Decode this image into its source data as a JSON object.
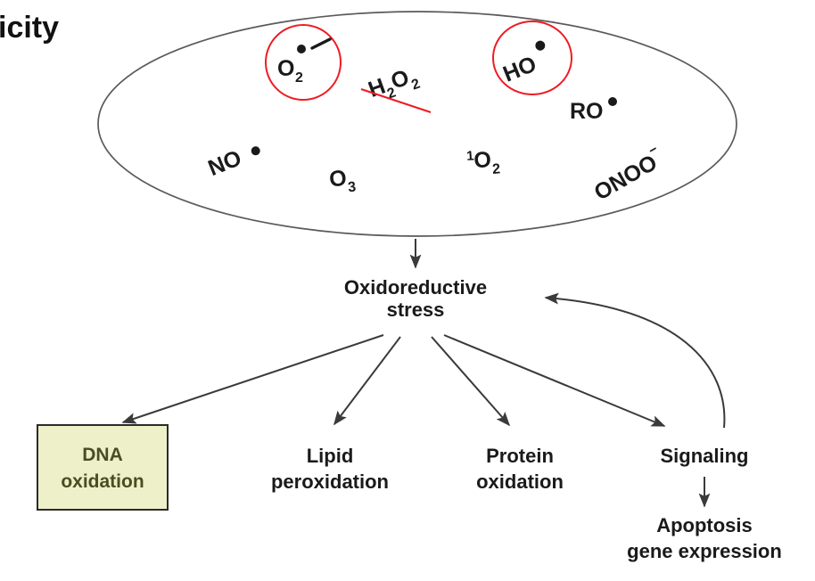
{
  "title": {
    "text": "icity",
    "note": "clipped heading at top-left edge"
  },
  "ros_pool": {
    "container_shape": "ellipse",
    "species": [
      {
        "id": "superoxide",
        "base": "O",
        "subscript": "2",
        "superscript": "•−",
        "display": "O2•−",
        "highlighted": true,
        "highlight_color": "#ee1c24",
        "rotation": 0
      },
      {
        "id": "hydrogen-peroxide",
        "base": "H",
        "subscript": "2",
        "base2": "O",
        "subscript2": "2",
        "display": "H2O2",
        "highlighted": false,
        "struck_through": true,
        "strike_color": "#ee1c24",
        "rotation": -20
      },
      {
        "id": "hydroxyl-radical",
        "base": "HO",
        "superscript": "•",
        "display": "HO•",
        "highlighted": true,
        "highlight_color": "#ee1c24",
        "rotation": -22
      },
      {
        "id": "alkoxyl-radical",
        "base": "RO",
        "superscript": "•",
        "display": "RO•",
        "highlighted": false,
        "rotation": 0
      },
      {
        "id": "nitric-oxide",
        "base": "NO",
        "superscript": "•",
        "display": "NO•",
        "highlighted": false,
        "rotation": -22
      },
      {
        "id": "ozone",
        "base": "O",
        "subscript": "3",
        "display": "O3",
        "highlighted": false,
        "rotation": -6
      },
      {
        "id": "singlet-oxygen",
        "presuperscript": "1",
        "base": "O",
        "subscript": "2",
        "display": "1O2",
        "highlighted": false,
        "rotation": -4
      },
      {
        "id": "peroxynitrite",
        "base": "ONOO",
        "superscript": "−",
        "display": "ONOO−",
        "highlighted": false,
        "rotation": -30
      }
    ]
  },
  "flow": {
    "stress": {
      "line1": "Oxidoreductive",
      "line2": "stress"
    },
    "outcomes": [
      {
        "id": "dna-oxidation",
        "line1": "DNA",
        "line2": "oxidation",
        "boxed": true,
        "box_fill": "#eef0c9",
        "box_stroke": "#2b2b2b",
        "text_color": "#4a4d22"
      },
      {
        "id": "lipid-peroxidation",
        "line1": "Lipid",
        "line2": "peroxidation",
        "boxed": false
      },
      {
        "id": "protein-oxidation",
        "line1": "Protein",
        "line2": "oxidation",
        "boxed": false
      },
      {
        "id": "signaling",
        "line1": "Signaling",
        "line2": "",
        "boxed": false
      }
    ],
    "downstream": {
      "id": "apoptosis",
      "line1": "Apoptosis",
      "line2": "gene expression"
    },
    "feedback": {
      "from": "signaling",
      "to": "stress",
      "style": "curved-arrow"
    }
  }
}
